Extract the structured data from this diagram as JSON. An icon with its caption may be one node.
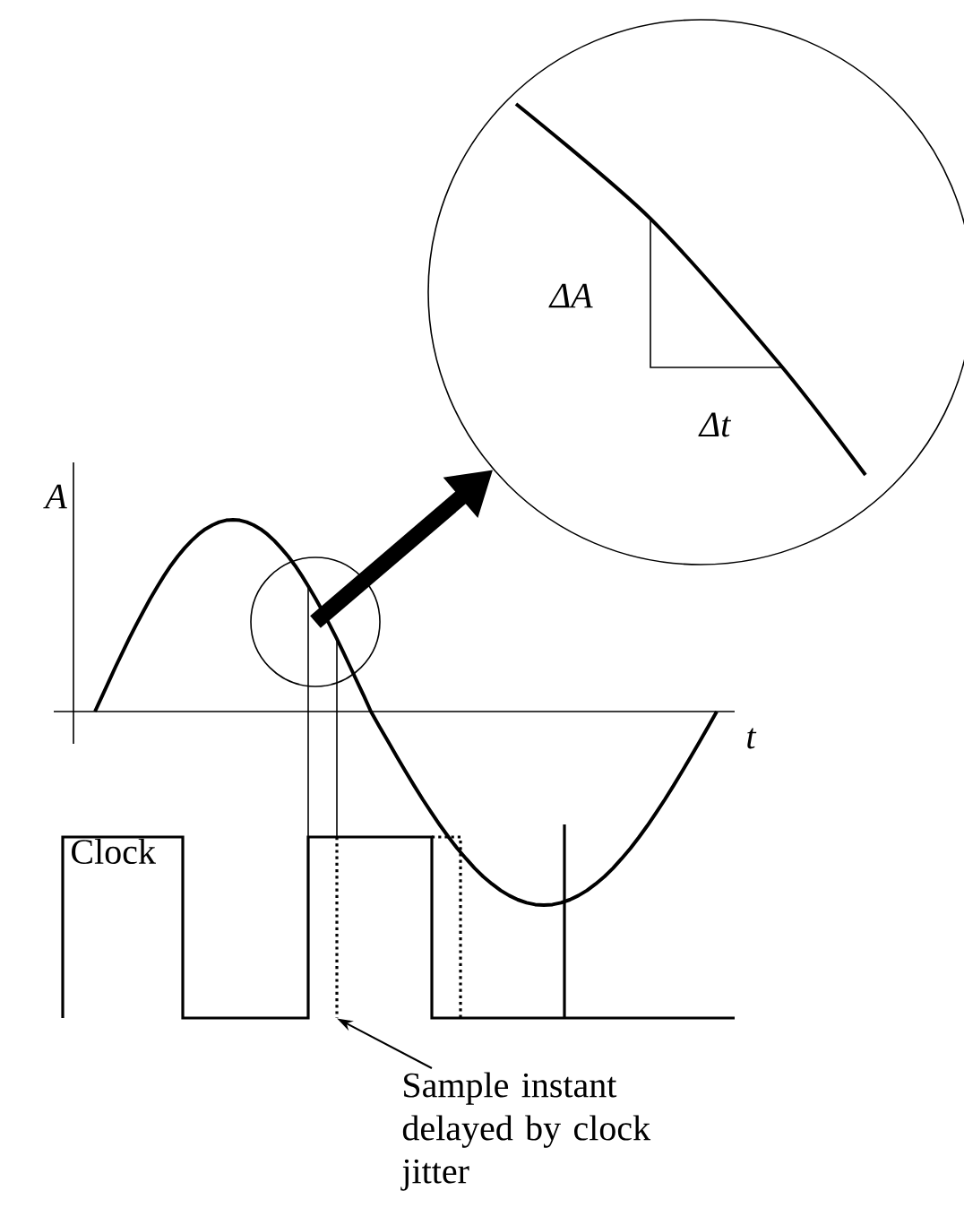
{
  "diagram": {
    "nodes": [
      {
        "text": [],
        "shape": "circle"
      },
      {
        "text": [
          "ΔA",
          "Δt"
        ]
      },
      {
        "text": [
          "Sample instant delayed by clock jitter"
        ]
      },
      {
        "text": [],
        "shape": "line"
      }
    ],
    "edges": [
      {
        "from": 0,
        "to": 1,
        "arrow": "to",
        "style": "thick"
      },
      {
        "from": 2,
        "to": 3,
        "arrow": "to"
      }
    ],
    "labels": [
      "A",
      "t",
      "Clock"
    ]
  }
}
